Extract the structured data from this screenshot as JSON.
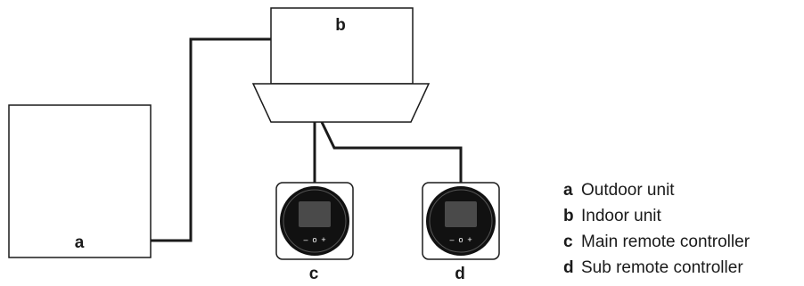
{
  "units": {
    "a": "a",
    "b": "b",
    "c": "c",
    "d": "d"
  },
  "controller_buttons": {
    "minus": "–",
    "circle": "o",
    "plus": "+"
  },
  "legend": [
    {
      "key": "a",
      "text": "Outdoor unit"
    },
    {
      "key": "b",
      "text": "Indoor unit"
    },
    {
      "key": "c",
      "text": "Main remote controller"
    },
    {
      "key": "d",
      "text": "Sub remote controller"
    }
  ],
  "colors": {
    "line": "#1a1a1a",
    "controller_face": "#111111",
    "screen": "#4a4a4a"
  }
}
